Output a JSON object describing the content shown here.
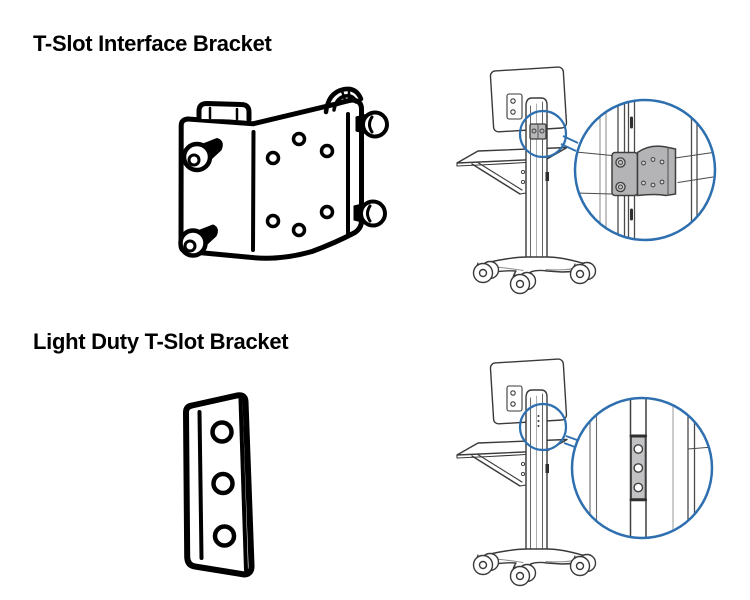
{
  "page": {
    "background": "#ffffff",
    "document_type": "product-manual-illustration-page"
  },
  "sections": [
    {
      "title": "T-Slot Interface Bracket",
      "bracket_illustration": "t-slot-interface-bracket-line-drawing",
      "cart_illustration": "roll-stand-cart-with-interface-bracket-on-column",
      "callout": "magnified-view-of-interface-bracket-mounted-on-column"
    },
    {
      "title": "Light Duty T-Slot Bracket",
      "bracket_illustration": "light-duty-t-slot-bracket-line-drawing",
      "cart_illustration": "roll-stand-cart-with-light-duty-bracket-in-t-slot",
      "callout": "magnified-view-of-light-duty-bracket-in-t-slot-channel"
    }
  ],
  "colors": {
    "ink": "#000000",
    "cart_line": "#3a3a3a",
    "callout_blue": "#2e6fb0",
    "bracket_gray": "#b4b4b6",
    "strip_gray": "#c2c2c4",
    "background": "#ffffff"
  }
}
